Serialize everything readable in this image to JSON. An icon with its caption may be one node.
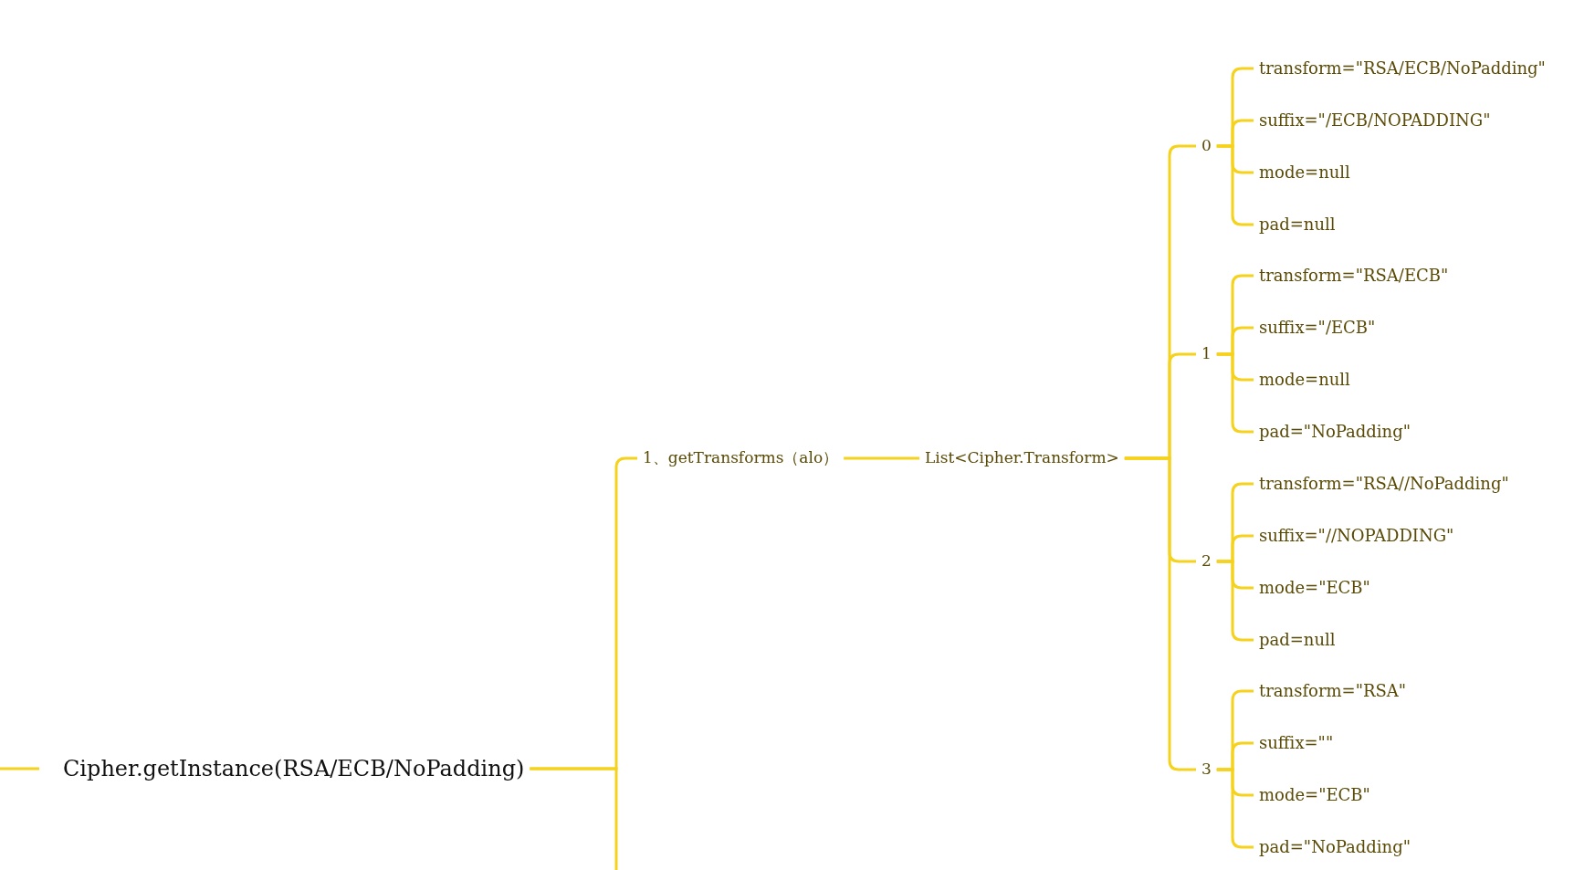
{
  "diagram": {
    "nodes": [
      {
        "text": [
          "Cipher.getInstance(RSA/ECB/NoPadding)"
        ]
      },
      {
        "text": [
          "1、getTransforms（alo）"
        ]
      },
      {
        "text": [
          "List<Cipher.Transform>"
        ]
      },
      {
        "text": [
          "0"
        ]
      },
      {
        "text": [
          "transform=\"RSA/ECB/NoPadding\""
        ]
      },
      {
        "text": [
          "suffix=\"/ECB/NOPADDING\""
        ]
      },
      {
        "text": [
          "mode=null"
        ]
      },
      {
        "text": [
          "pad=null"
        ]
      },
      {
        "text": [
          "1"
        ]
      },
      {
        "text": [
          "transform=\"RSA/ECB\""
        ]
      },
      {
        "text": [
          "suffix=\"/ECB\""
        ]
      },
      {
        "text": [
          "mode=null"
        ]
      },
      {
        "text": [
          "pad=\"NoPadding\""
        ]
      },
      {
        "text": [
          "2"
        ]
      },
      {
        "text": [
          "transform=\"RSA//NoPadding\""
        ]
      },
      {
        "text": [
          "suffix=\"//NOPADDING\""
        ]
      },
      {
        "text": [
          "mode=\"ECB\""
        ]
      },
      {
        "text": [
          "pad=null"
        ]
      },
      {
        "text": [
          "3"
        ]
      },
      {
        "text": [
          "transform=\"RSA\""
        ]
      },
      {
        "text": [
          "suffix=\"\""
        ]
      },
      {
        "text": [
          "mode=\"ECB\""
        ]
      },
      {
        "text": [
          "pad=\"NoPadding\""
        ]
      }
    ],
    "edges": [
      {
        "from": null,
        "to": 0,
        "arrow": "none"
      },
      {
        "from": 0,
        "to": null,
        "arrow": "none"
      },
      {
        "from": 0,
        "to": 1,
        "arrow": "none"
      },
      {
        "from": 1,
        "to": 2,
        "arrow": "none"
      },
      {
        "from": 2,
        "to": 3,
        "arrow": "none"
      },
      {
        "from": 3,
        "to": 4,
        "arrow": "none"
      },
      {
        "from": 3,
        "to": 5,
        "arrow": "none"
      },
      {
        "from": 3,
        "to": 6,
        "arrow": "none"
      },
      {
        "from": 3,
        "to": 7,
        "arrow": "none"
      },
      {
        "from": 2,
        "to": 8,
        "arrow": "none"
      },
      {
        "from": 8,
        "to": 9,
        "arrow": "none"
      },
      {
        "from": 8,
        "to": 10,
        "arrow": "none"
      },
      {
        "from": 8,
        "to": 11,
        "arrow": "none"
      },
      {
        "from": 8,
        "to": 12,
        "arrow": "none"
      },
      {
        "from": 2,
        "to": 13,
        "arrow": "none"
      },
      {
        "from": 13,
        "to": 14,
        "arrow": "none"
      },
      {
        "from": 13,
        "to": 15,
        "arrow": "none"
      },
      {
        "from": 13,
        "to": 16,
        "arrow": "none"
      },
      {
        "from": 13,
        "to": 17,
        "arrow": "none"
      },
      {
        "from": 2,
        "to": 18,
        "arrow": "none"
      },
      {
        "from": 18,
        "to": 19,
        "arrow": "none"
      },
      {
        "from": 18,
        "to": 20,
        "arrow": "none"
      },
      {
        "from": 18,
        "to": 21,
        "arrow": "none"
      },
      {
        "from": 18,
        "to": 22,
        "arrow": "none"
      }
    ]
  }
}
